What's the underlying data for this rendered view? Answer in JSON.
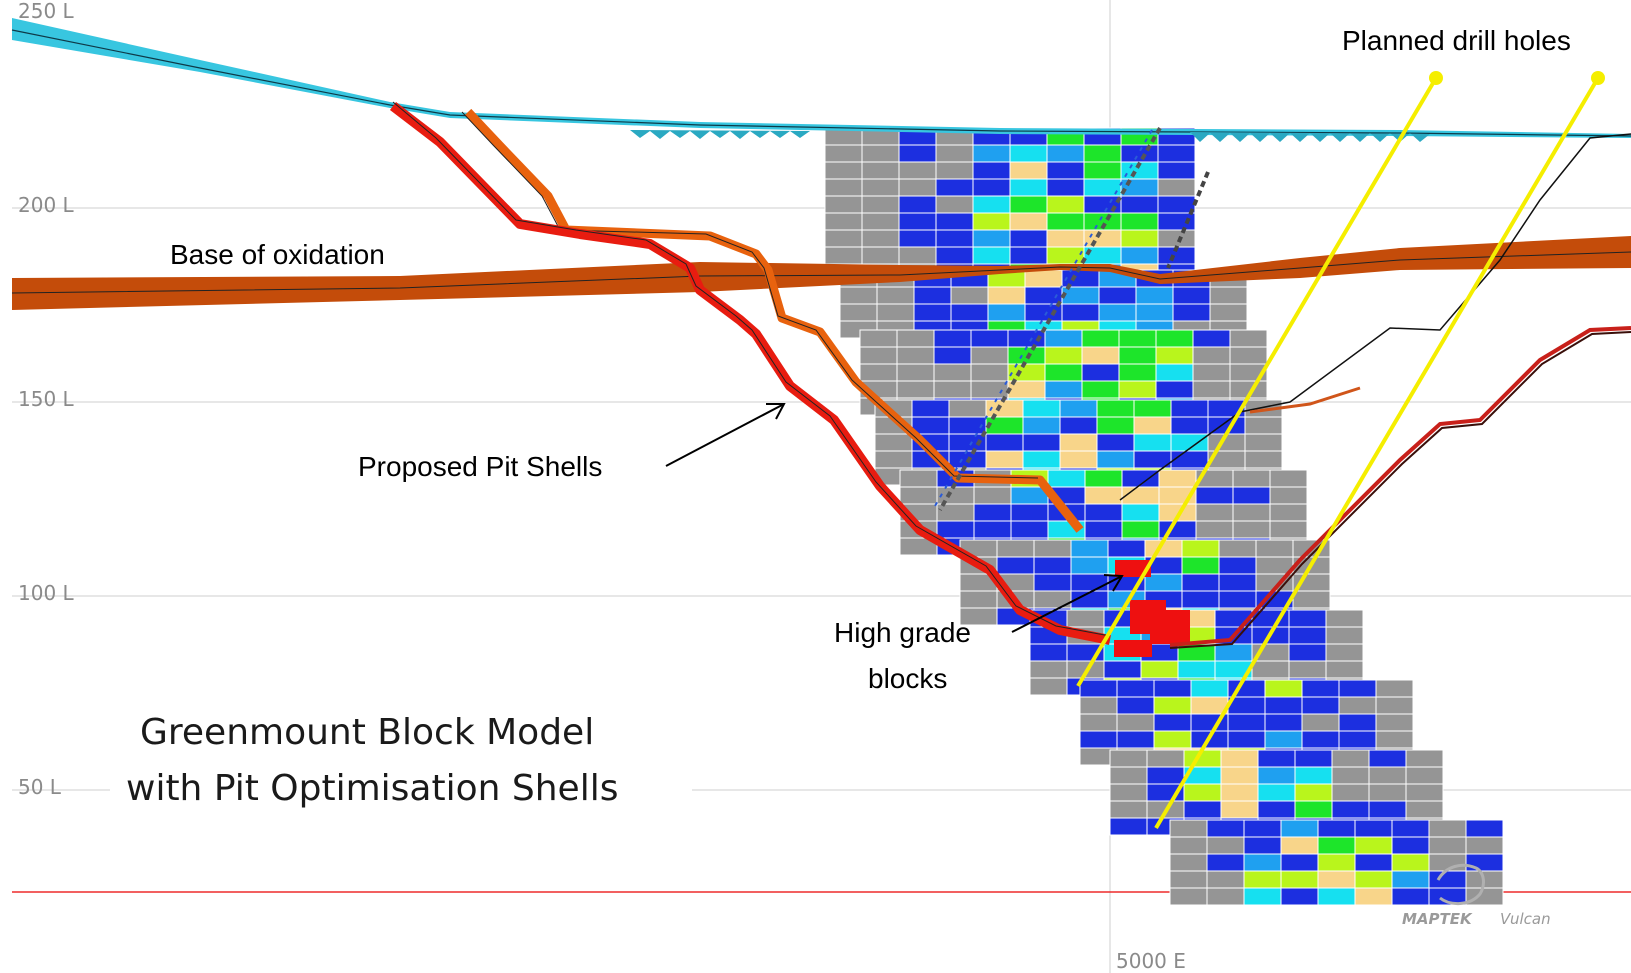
{
  "grid": {
    "level_labels": [
      "250 L",
      "200 L",
      "150 L",
      "100 L",
      "50 L"
    ],
    "easting_label": "5000 E"
  },
  "annotations": {
    "base_of_oxidation": "Base of oxidation",
    "proposed_pit_shells": "Proposed Pit Shells",
    "high_grade_line1": "High grade",
    "high_grade_line2": "blocks",
    "planned_drill_holes": "Planned drill holes"
  },
  "title": {
    "line1": "Greenmount Block Model",
    "line2": "with Pit Optimisation Shells"
  },
  "logo": {
    "brand": "MAPTEK",
    "product": "Vulcan"
  },
  "colors": {
    "topography": "#38c6e0",
    "oxidation_base": "#c44c0a",
    "pit_shell_inner": "#e81c10",
    "pit_shell_outer": "#e8620e",
    "drill_hole": "#f5ee00",
    "waste_block": "#959595",
    "low_grade": "#1c2fe0",
    "grade_2": "#1fa0f0",
    "grade_3": "#16e0f0",
    "grade_4": "#1de52a",
    "grade_5": "#b9f51c",
    "grade_6": "#f8d58a",
    "high_grade": "#ee1010",
    "section_floor": "#ee2b2b"
  }
}
